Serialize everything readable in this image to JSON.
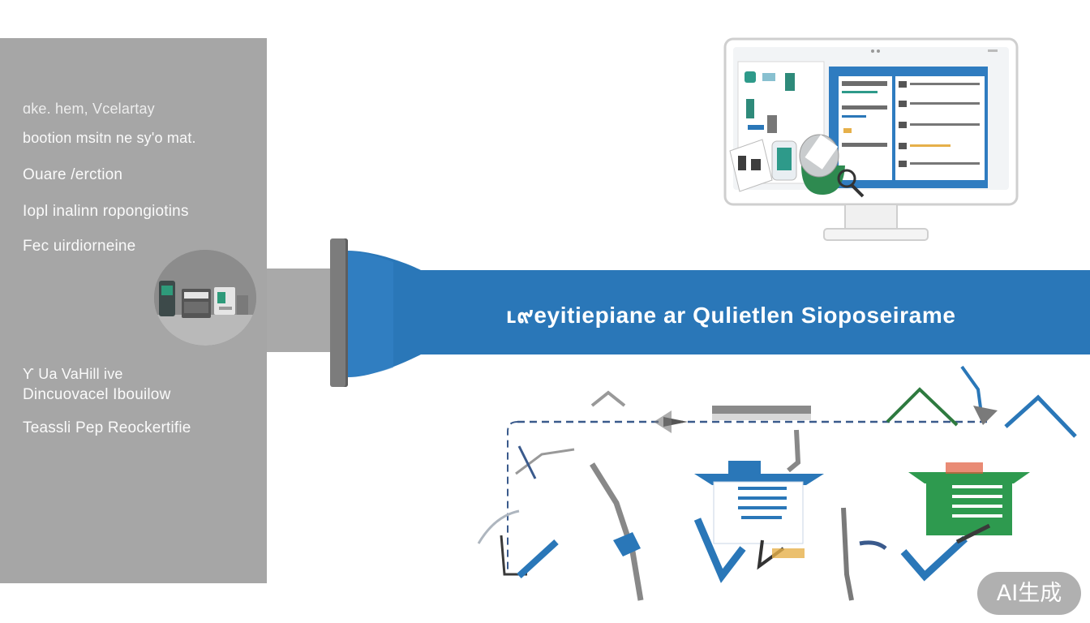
{
  "left_panel": {
    "lines": [
      "ɑke. hem, Vcelartay",
      "bootion msitn ne sy'o mat.",
      "Ouare /erction",
      "Iopl inalinn ropongiotins",
      "Fec uirdiorneine",
      "Ƴ Ua VaHill ive",
      "Dincuovacel Ibouilow",
      "Teassli Pep Reockertifie"
    ]
  },
  "banner": {
    "title": "ʟ๙eyitiepiane  ar  Qulietlen  Sioposeirame"
  },
  "watermark": {
    "label": "AI生成"
  },
  "colors": {
    "panel_gray": "#a6a6a6",
    "banner_blue": "#2a77b8",
    "accent_green": "#2e9a4f",
    "monitor_blue": "#2f7cc0"
  }
}
